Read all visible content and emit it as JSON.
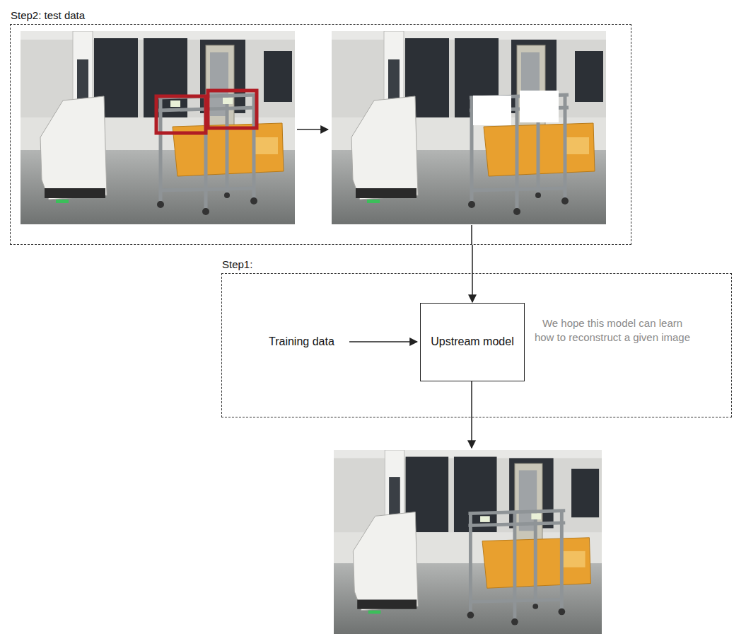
{
  "diagram": {
    "nodes": [
      {
        "text": [
          "Step2: test data"
        ]
      },
      {
        "text": [
          "Step1:"
        ]
      },
      {
        "text": [
          "Upstream model"
        ],
        "in": 1
      }
    ],
    "edges": [
      {
        "from": 0,
        "to": 2,
        "arrow": "to"
      }
    ],
    "labels": [
      "Training data",
      "We hope this model can learn how to reconstruct a given image"
    ]
  }
}
